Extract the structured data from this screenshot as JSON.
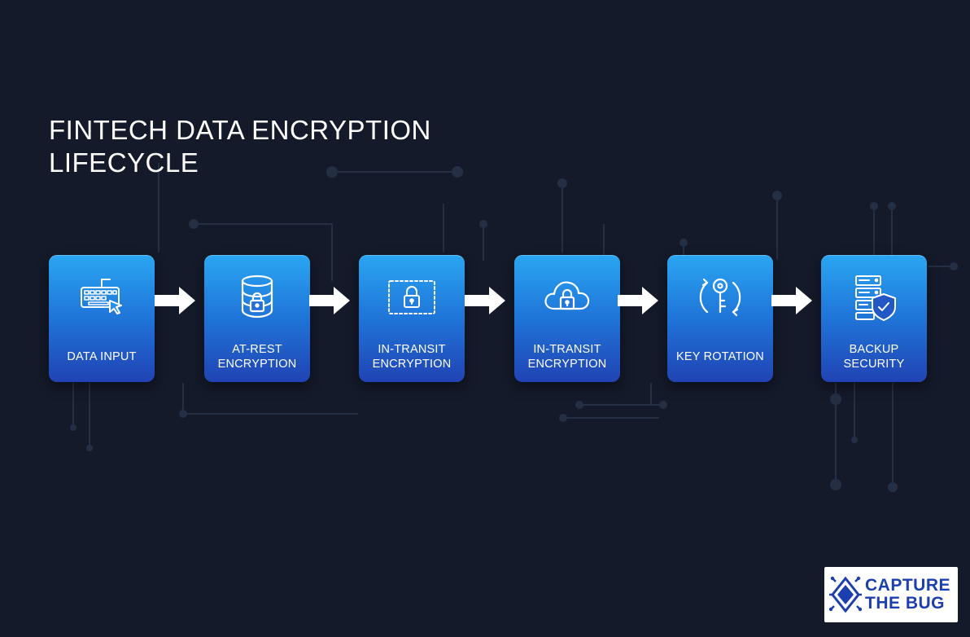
{
  "title_lines": [
    "FINTECH DATA ENCRYPTION",
    "LIFECYCLE"
  ],
  "steps": [
    {
      "label": "DATA INPUT",
      "icon": "keyboard-icon"
    },
    {
      "label": "AT-REST ENCRYPTION",
      "icon": "database-lock-icon"
    },
    {
      "label": "IN-TRANSIT ENCRYPTION",
      "icon": "transit-lock-icon"
    },
    {
      "label": "IN-TRANSIT ENCRYPTION",
      "icon": "cloud-lock-icon"
    },
    {
      "label": "KEY ROTATION",
      "icon": "key-rotation-icon"
    },
    {
      "label": "BACKUP SECURITY",
      "icon": "server-shield-icon"
    }
  ],
  "logo": {
    "line1": "CAPTURE",
    "line2": "THE BUG"
  },
  "colors": {
    "background": "#141a2a",
    "card_top": "#2aa6f2",
    "card_bottom": "#2143b4",
    "arrow": "#ffffff",
    "circuit": "#2a3448",
    "brand": "#1c3fb0"
  }
}
